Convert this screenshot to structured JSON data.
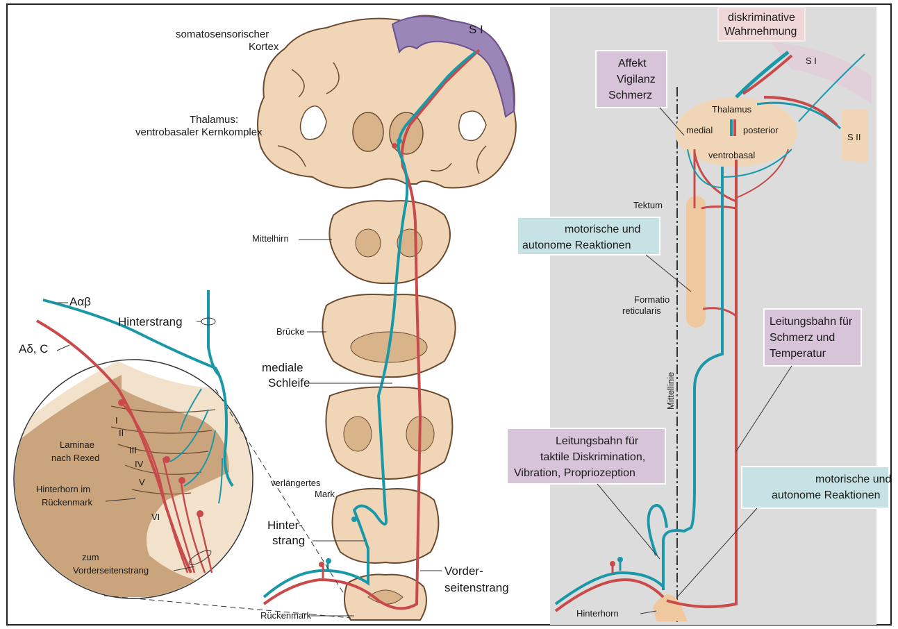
{
  "colors": {
    "panel_bg": "#dcdcdc",
    "tissue": "#f0d6b6",
    "tissue_dark": "#c9a47c",
    "tissue_line": "#6b4a32",
    "cortex_purple": "#9b86b8",
    "afferent_red": "#c84a4a",
    "afferent_teal": "#1b98a8",
    "box_purple": "#d8c4d8",
    "box_teal": "#c7e2e4",
    "box_pink": "#efd7d7"
  },
  "left_panel": {
    "somatosensory_cortex": [
      "somatosensorischer",
      "Kortex"
    ],
    "s1": "S I",
    "thalamus": [
      "Thalamus:",
      "ventrobasaler Kernkomplex"
    ],
    "midbrain": "Mittelhirn",
    "pons": "Brücke",
    "medial_lemniscus": [
      "mediale",
      "Schleife"
    ],
    "medulla": [
      "verlängertes",
      "Mark"
    ],
    "dorsal_column_lower": [
      "Hinter-",
      "strang"
    ],
    "anterolateral_tract": [
      "Vorder-",
      "seitenstrang"
    ],
    "spinal_cord": "Rückenmark"
  },
  "inset": {
    "fiber_aab": "Aαβ",
    "fiber_adc": "Aδ, C",
    "dorsal_column": "Hinterstrang",
    "laminae": [
      "Laminae",
      "nach Rexed"
    ],
    "dorsal_horn": [
      "Hinterhorn im",
      "Rückenmark"
    ],
    "to_tract": [
      "zum",
      "Vorderseitenstrang"
    ],
    "lamina_numerals": [
      "I",
      "II",
      "III",
      "IV",
      "V",
      "VI"
    ]
  },
  "right_panel": {
    "box_discriminative": [
      "diskriminative",
      "Wahrnehmung"
    ],
    "s1": "S I",
    "s2": "S II",
    "box_affect": [
      "Affekt",
      "Vigilanz",
      "Schmerz"
    ],
    "thalamus": "Thalamus",
    "medial": "medial",
    "posterior": "posterior",
    "ventrobasal": "ventrobasal",
    "tectum": "Tektum",
    "formatio": [
      "Formatio",
      "reticularis"
    ],
    "box_motor_top": [
      "motorische und",
      "autonome Reaktionen"
    ],
    "midline": "Mittellinie",
    "box_pain_tract": [
      "Leitungsbahn für",
      "Schmerz und",
      "Temperatur"
    ],
    "box_tactile_tract": [
      "Leitungsbahn für",
      "taktile Diskrimination,",
      "Vibration, Propriozeption"
    ],
    "box_motor_bottom": [
      "motorische und",
      "autonome Reaktionen"
    ],
    "dorsal_horn": "Hinterhorn"
  }
}
